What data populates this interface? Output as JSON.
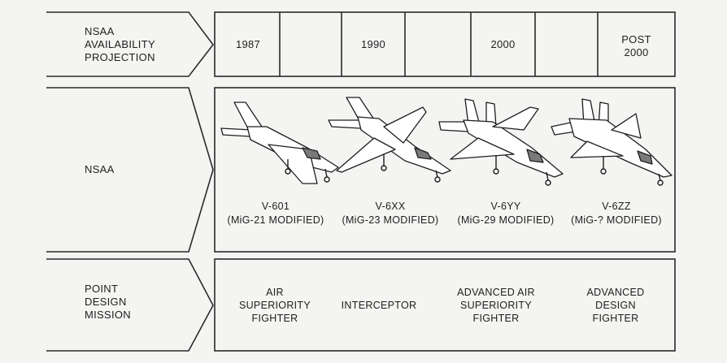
{
  "rows": {
    "availability": [
      "NSAA",
      "AVAILABILITY",
      "PROJECTION"
    ],
    "nsaa": "NSAA",
    "mission": [
      "POINT",
      "DESIGN",
      "MISSION"
    ]
  },
  "timeline": [
    {
      "line1": "1987",
      "line2": ""
    },
    {
      "line1": "1990",
      "line2": ""
    },
    {
      "line1": "2000",
      "line2": ""
    },
    {
      "line1": "POST",
      "line2": "2000"
    }
  ],
  "aircraft": [
    {
      "designation": "V-601",
      "basis": "(MiG-21 MODIFIED)"
    },
    {
      "designation": "V-6XX",
      "basis": "(MiG-23 MODIFIED)"
    },
    {
      "designation": "V-6YY",
      "basis": "(MiG-29 MODIFIED)"
    },
    {
      "designation": "V-6ZZ",
      "basis": "(MiG-? MODIFIED)"
    }
  ],
  "missions": [
    [
      "AIR",
      "SUPERIORITY",
      "FIGHTER"
    ],
    [
      "INTERCEPTOR"
    ],
    [
      "ADVANCED AIR",
      "SUPERIORITY",
      "FIGHTER"
    ],
    [
      "ADVANCED",
      "DESIGN",
      "FIGHTER"
    ]
  ]
}
